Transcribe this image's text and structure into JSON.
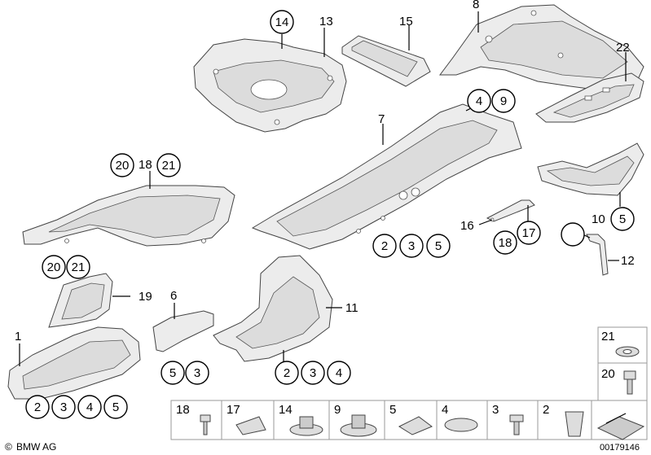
{
  "callouts": {
    "c1": "1",
    "c2": "2",
    "c3": "3",
    "c4": "4",
    "c5": "5",
    "c6": "6",
    "c7": "7",
    "c8": "8",
    "c9": "9",
    "c10": "10",
    "c11": "11",
    "c12": "12",
    "c13": "13",
    "c14": "14",
    "c15": "15",
    "c16": "16",
    "c17": "17",
    "c18": "18",
    "c19": "19",
    "c20": "20",
    "c21": "21",
    "c22": "22"
  },
  "hardware_strip": [
    "18",
    "17",
    "14",
    "9",
    "5",
    "4",
    "3",
    "2"
  ],
  "hardware_side": [
    "21",
    "20"
  ],
  "footer": {
    "brand": "BMW AG",
    "copyright_symbol": "©",
    "diagram_number": "00179146"
  }
}
